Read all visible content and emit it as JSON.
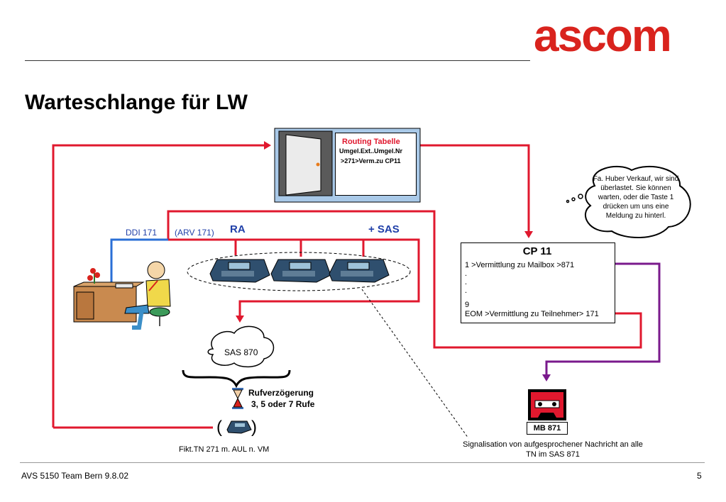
{
  "brand": {
    "logo_text": "ascom",
    "color": "#d9231d"
  },
  "slide": {
    "title": "Warteschlange für LW",
    "footer_left": "AVS 5150 Team Bern 9.8.02",
    "page_number": "5"
  },
  "routing_table": {
    "title": "Routing Tabelle",
    "line1": "Umgel.Ext..Umgel.Nr",
    "line2": ">271>Verm.zu CP11"
  },
  "labels": {
    "ddi": "DDI 171",
    "arv": "(ARV 171)",
    "ra": "RA",
    "sas": "+ SAS",
    "sas_cloud": "SAS 870",
    "delay_title": "Rufverzögerung",
    "delay_values": "3, 5 oder 7 Rufe",
    "fikt": "Fikt.TN 271 m. AUL n. VM",
    "mailbox": "MB 871",
    "signalisation": "Signalisation von aufgesprochener Nachricht an alle TN im SAS 871",
    "paren_open": "(",
    "paren_close": ")"
  },
  "speech_bubble": {
    "text": "Fa. Huber Verkauf, wir sind überlastet. Sie können warten, oder die Taste 1 drücken um uns eine Meldung zu hinterl."
  },
  "cp11": {
    "title": "CP 11",
    "lines": [
      "1 >Vermittlung zu Mailbox >871",
      ".",
      ".",
      ".",
      "9",
      "EOM >Vermittlung zu Teilnehmer> 171"
    ]
  },
  "colors": {
    "red_line": "#e0182e",
    "blue_line": "#2a6fd6",
    "purple_line": "#7a1a8c"
  }
}
